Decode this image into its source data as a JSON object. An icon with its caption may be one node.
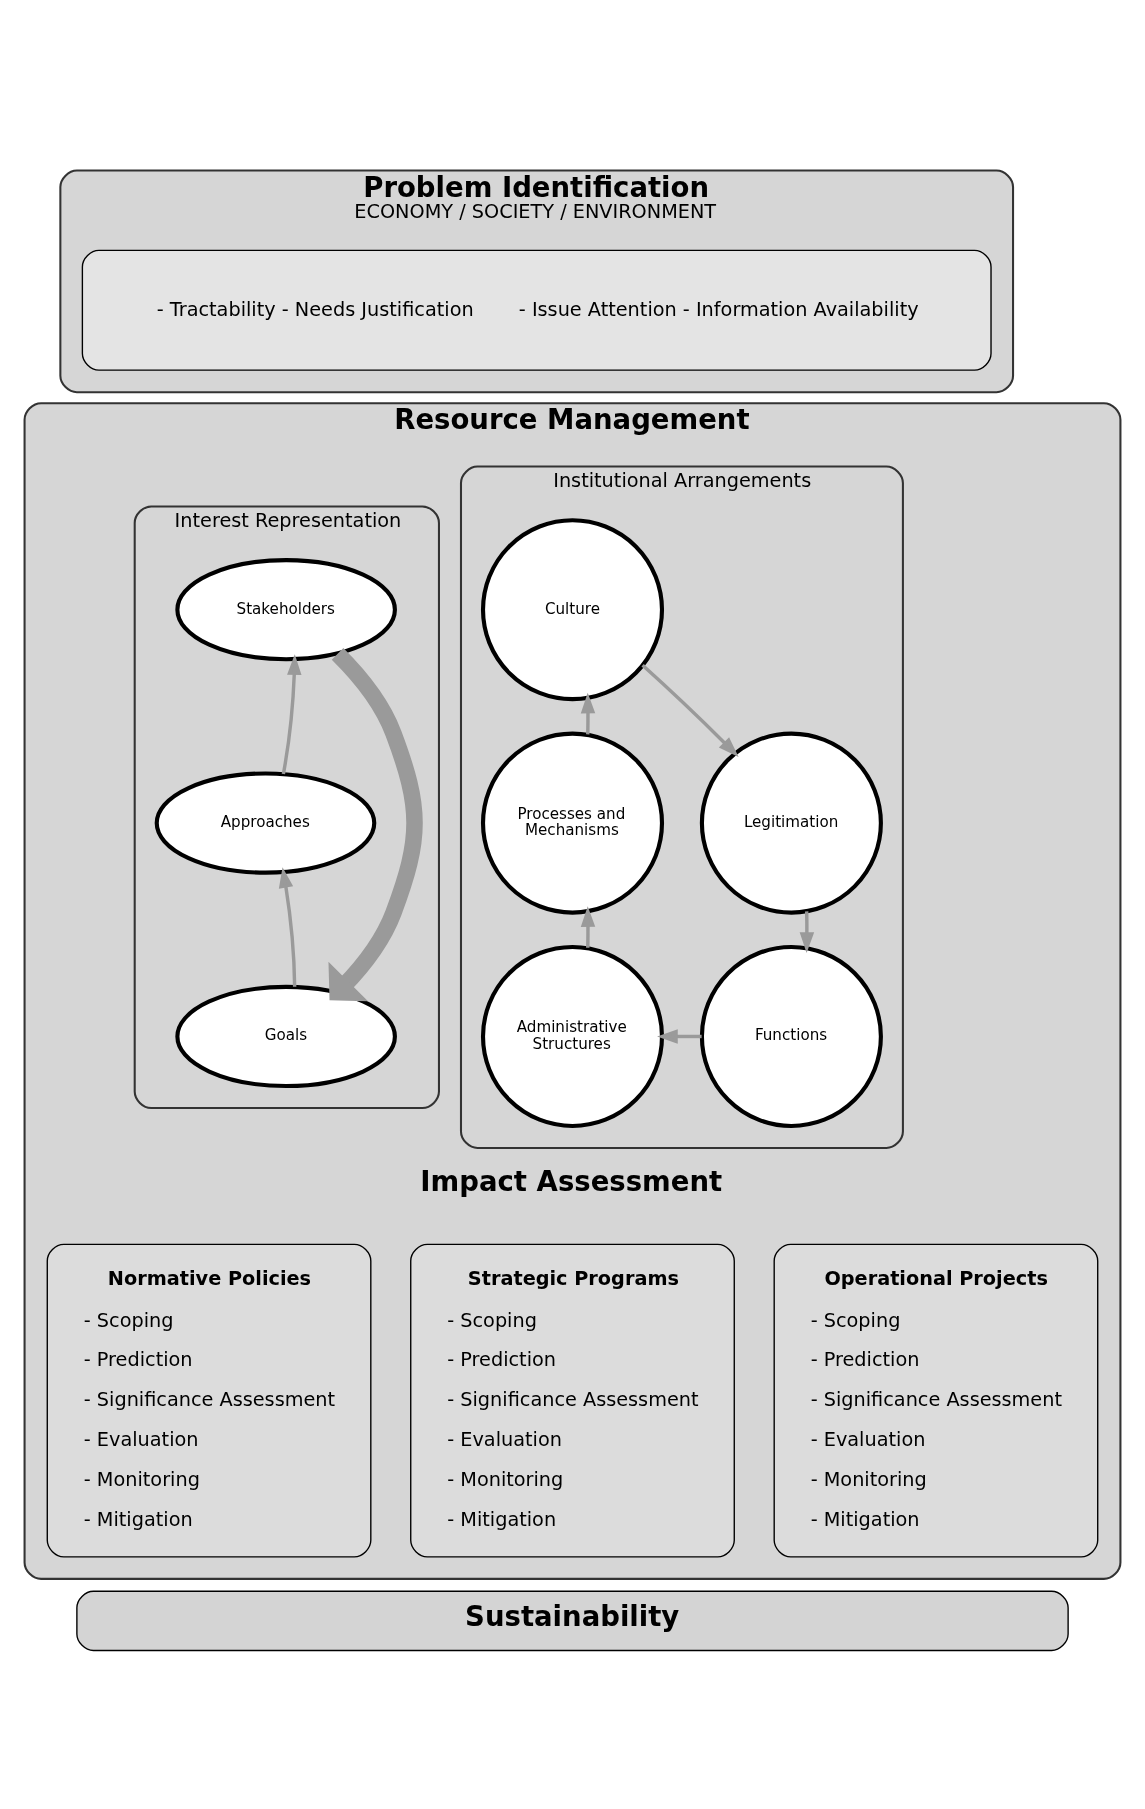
{
  "diagram": {
    "nodes": [
      {
        "text": [
          "Problem Identification",
          "ECONOMY / SOCIETY / ENVIRONMENT"
        ]
      },
      {
        "text": [
          "- Tractability - Needs Justification",
          "- Issue Attention - Information Availability"
        ],
        "in": 0
      },
      {
        "text": [
          "Resource Management"
        ]
      },
      {
        "text": [
          "Institutional Arrangements"
        ],
        "in": 2
      },
      {
        "text": [
          "Culture"
        ],
        "in": 3
      },
      {
        "text": [
          "Processes and Mechanisms"
        ],
        "in": 3
      },
      {
        "text": [
          "Legitimation"
        ],
        "in": 3
      },
      {
        "text": [
          "Administrative Structures"
        ],
        "in": 3
      },
      {
        "text": [
          "Functions"
        ],
        "in": 3
      },
      {
        "text": [
          "Interest Representation"
        ],
        "in": 2
      },
      {
        "text": [
          "Stakeholders"
        ],
        "in": 9
      },
      {
        "text": [
          "Approaches"
        ],
        "in": 9
      },
      {
        "text": [
          "Goals"
        ],
        "in": 9
      },
      {
        "text": [
          "Normative Policies",
          "- Scoping",
          "- Prediction",
          "- Significance Assessment",
          "- Evaluation",
          "- Monitoring",
          "- Mitigation"
        ],
        "in": 2
      },
      {
        "text": [
          "Strategic Programs",
          "- Scoping",
          "- Prediction",
          "- Significance Assessment",
          "- Evaluation",
          "- Monitoring",
          "- Mitigation"
        ],
        "in": 2
      },
      {
        "text": [
          "Operational Projects",
          "- Scoping",
          "- Prediction",
          "- Significance Assessment",
          "- Evaluation",
          "- Monitoring",
          "- Mitigation"
        ],
        "in": 2
      },
      {
        "text": [
          "Sustainability"
        ]
      }
    ],
    "edges": [
      {
        "from": 5,
        "to": 4,
        "arrow": "to"
      },
      {
        "from": 4,
        "to": 6,
        "arrow": "to"
      },
      {
        "from": 6,
        "to": 8,
        "arrow": "to"
      },
      {
        "from": 8,
        "to": 7,
        "arrow": "to"
      },
      {
        "from": 7,
        "to": 5,
        "arrow": "to"
      },
      {
        "from": 12,
        "to": 11,
        "arrow": "to"
      },
      {
        "from": 11,
        "to": 10,
        "arrow": "to"
      },
      {
        "from": 10,
        "to": 12,
        "arrow": "to",
        "style": "thick"
      }
    ],
    "labels": [
      "Impact Assessment"
    ]
  }
}
